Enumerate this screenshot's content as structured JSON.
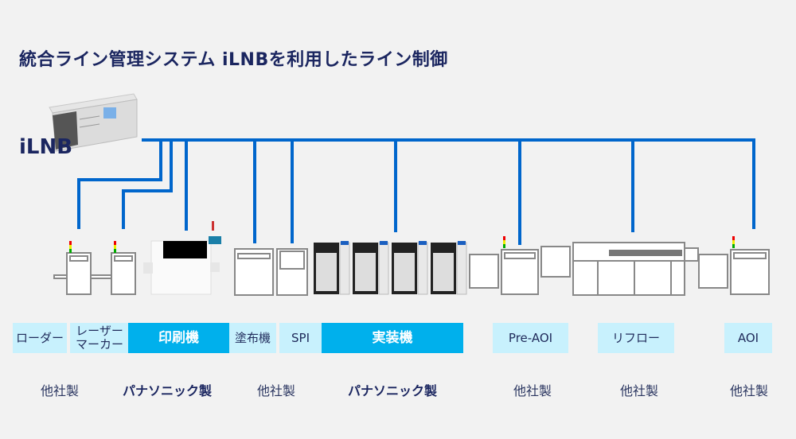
{
  "title": "統合ライン管理システム iLNBを利用したライン制御",
  "server": {
    "label": "iLNB",
    "icon": "server-rack-icon"
  },
  "colors": {
    "network": "#0066cc",
    "tag_bg": "#c8f1fd",
    "tag_main_bg": "#00b0ec",
    "text": "#1b2660"
  },
  "machines": [
    {
      "name": "ローダー",
      "maker": "他社製"
    },
    {
      "name": "レーザーマーカー",
      "name_lines": [
        "レーザー",
        "マーカー"
      ]
    },
    {
      "name": "印刷機",
      "highlight": true
    },
    {
      "name": "塗布機",
      "maker": "他社製"
    },
    {
      "name": "SPI"
    },
    {
      "name": "実装機",
      "highlight": true
    },
    {
      "name": "Pre-AOI",
      "maker": "他社製"
    },
    {
      "name": "リフロー",
      "maker": "他社製"
    },
    {
      "name": "AOI",
      "maker": "他社製"
    }
  ],
  "makers": [
    "他社製",
    "パナソニック製",
    "他社製",
    "パナソニック製",
    "他社製",
    "他社製",
    "他社製"
  ]
}
